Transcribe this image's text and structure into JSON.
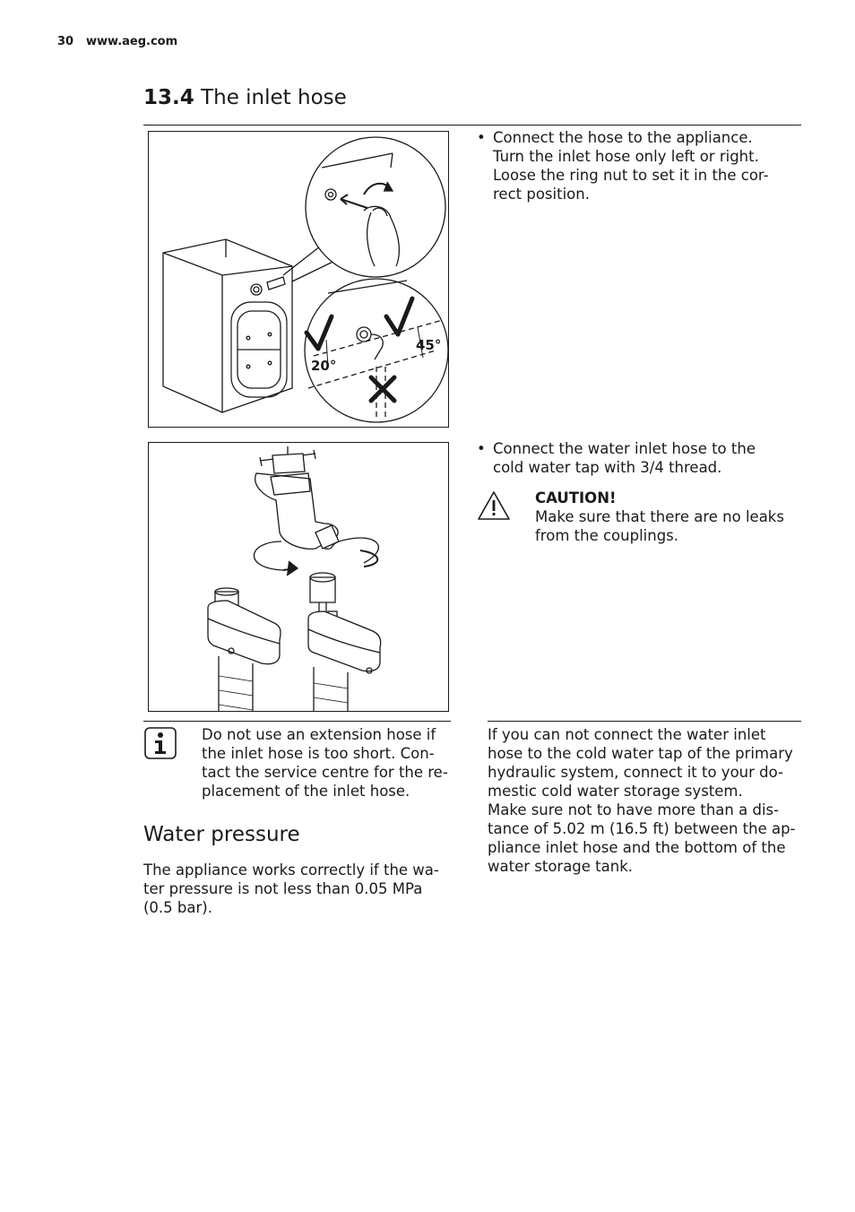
{
  "header": {
    "page_number": "30",
    "url": "www.aeg.com"
  },
  "section": {
    "number": "13.4",
    "title": "The inlet hose"
  },
  "figure1": {
    "angle_left": "20°",
    "angle_right": "45°"
  },
  "step1": {
    "lines": [
      "Connect the hose to the appliance.",
      "Turn the inlet hose only left or right.",
      "Loose the ring nut to set it in the cor-",
      "rect position."
    ]
  },
  "step2": {
    "lines": [
      "Connect the water inlet hose to the",
      "cold water tap with 3/4 thread."
    ]
  },
  "caution": {
    "title": "CAUTION!",
    "lines": [
      "Make sure that there are no leaks",
      "from the couplings."
    ]
  },
  "info_note": {
    "lines": [
      "Do not use an extension hose if",
      "the inlet hose is too short. Con-",
      "tact the service centre for the re-",
      "placement of the inlet hose."
    ]
  },
  "water_pressure": {
    "title": "Water pressure",
    "lines": [
      "The appliance works correctly if the wa-",
      "ter pressure is not less than 0.05 MPa",
      "(0.5 bar)."
    ]
  },
  "storage_note": {
    "lines": [
      "If you can not connect the water inlet",
      "hose to the cold water tap of the primary",
      "hydraulic system, connect it to your do-",
      "mestic cold water storage system.",
      "Make sure not to have more than a dis-",
      "tance of 5.02 m (16.5 ft) between the ap-",
      "pliance inlet hose and the bottom of the",
      "water storage tank."
    ]
  }
}
